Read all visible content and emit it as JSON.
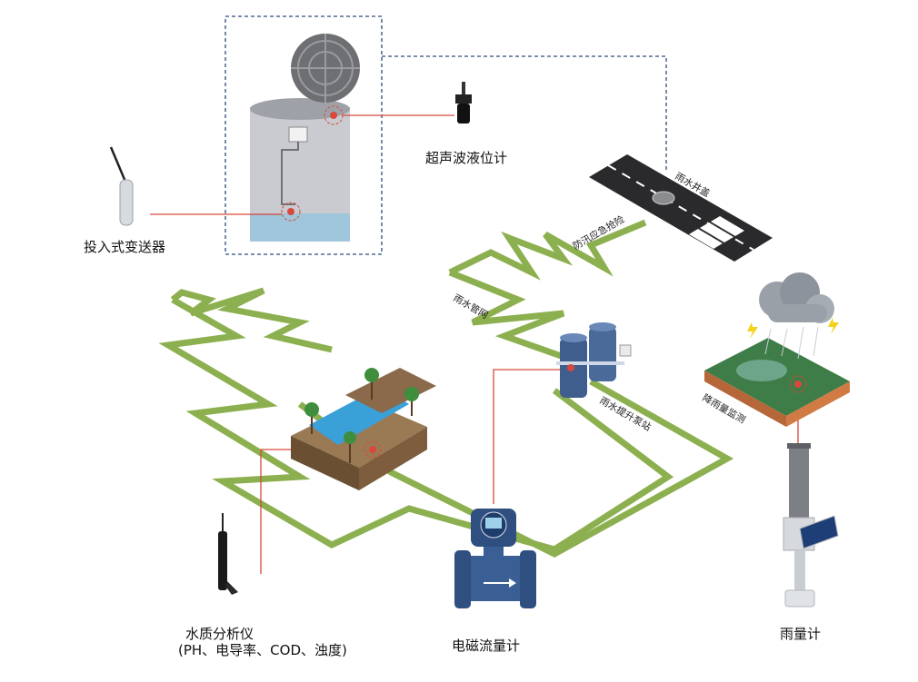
{
  "colors": {
    "pipe": "#8cb04f",
    "leader": "#d9483a",
    "dash": "#2c4a7a",
    "water": "#3aa0d8",
    "soil": "#8a6a4a",
    "grass": "#3f7d48",
    "steel": "#4a6a9a"
  },
  "labels": {
    "ultrasonic": "超声波液位计",
    "immersion": "投入式变送器",
    "rain_manhole": "雨水井盖",
    "flood": "防汛应急抢险",
    "rain_network": "雨水管网",
    "pump_station": "雨水提升泵站",
    "rainfall_monitor": "降雨量监测",
    "water_quality_line1": "水质分析仪",
    "water_quality_line2": "(PH、电导率、COD、浊度)",
    "flowmeter": "电磁流量计",
    "rain_gauge": "雨量计"
  },
  "icons": {
    "ultrasonic": "ultrasonic-sensor-icon",
    "immersion": "pressure-probe-icon",
    "manhole": "manhole-cover-icon",
    "pump": "pump-tanks-icon",
    "cloud": "rain-cloud-icon",
    "meter": "flowmeter-icon",
    "gauge": "rain-gauge-icon",
    "probe": "water-quality-probe-icon"
  }
}
